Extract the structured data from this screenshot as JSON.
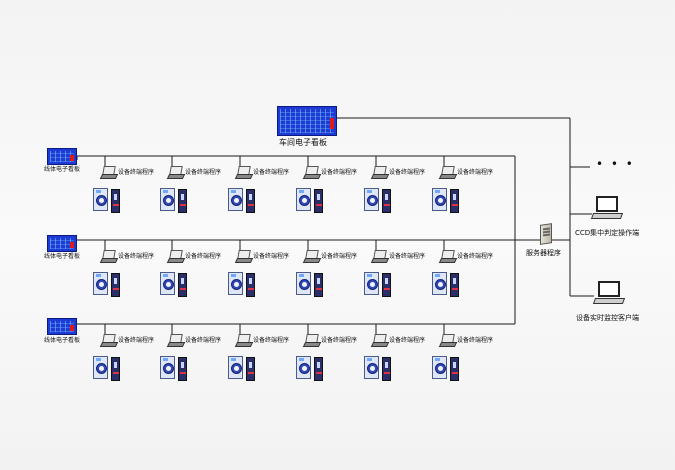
{
  "workshop_board": {
    "label": "车间电子看板"
  },
  "lines": [
    {
      "board_label": "线体电子看板",
      "terminal_label": "设备终端程序"
    },
    {
      "board_label": "线体电子看板",
      "terminal_label": "设备终端程序"
    },
    {
      "board_label": "线体电子看板",
      "terminal_label": "设备终端程序"
    }
  ],
  "server": {
    "label": "服务器程序"
  },
  "clients": {
    "more": "• • •",
    "ccd_label": "CCD集中判定操作端",
    "monitor_label": "设备实时监控客户端"
  },
  "colors": {
    "panel": "#1f3bd6",
    "wire": "#1a1a1a",
    "alarm": "#e01818"
  },
  "icons": [
    "monitor-board-icon",
    "pc-icon",
    "gauge-equipment-icon",
    "server-icon",
    "laptop-icon"
  ]
}
